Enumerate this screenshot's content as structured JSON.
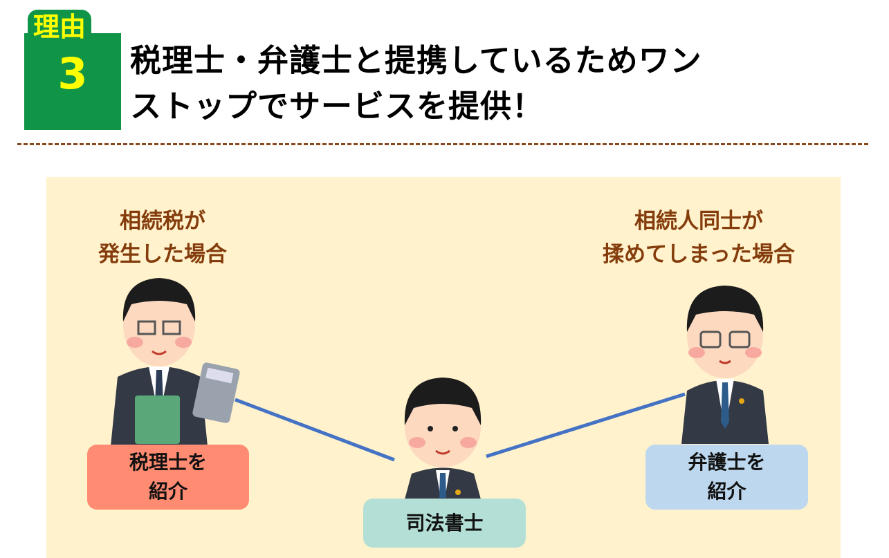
{
  "badge": {
    "label": "理由",
    "number": "3"
  },
  "title": {
    "line1": "税理士・弁護士と提携しているためワン",
    "line2": "ストップでサービスを提供！"
  },
  "cases": {
    "left": [
      "相続税が",
      "発生した場合"
    ],
    "right": [
      "相続人同士が",
      "揉めてしまった場合"
    ]
  },
  "boxes": {
    "tax": [
      "税理士を",
      "紹介"
    ],
    "center": "司法書士",
    "lawyer": [
      "弁護士を",
      "紹介"
    ]
  },
  "colors": {
    "green": "#109548",
    "yellow": "#FFFF00",
    "brown": "#843C0C",
    "panel": "#FFF2CC",
    "salmon": "#FF8C72",
    "teal": "#B3DFD6",
    "blue": "#BDD7EE",
    "line": "#4472C4"
  }
}
